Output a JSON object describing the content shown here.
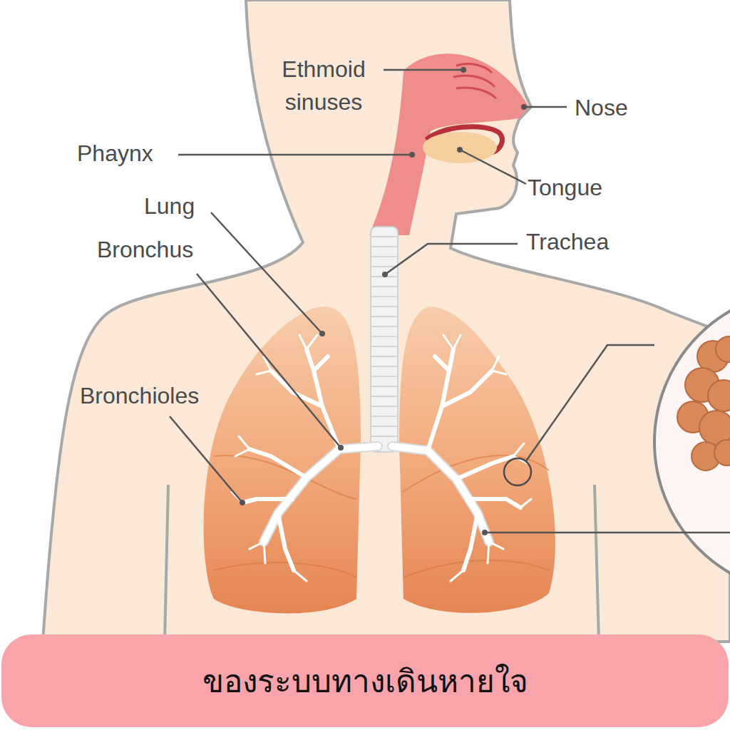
{
  "diagram": {
    "caption": "ของระบบทางเดินหายใจ",
    "labels": [
      "Ethmoid sinuses",
      "Nose",
      "Phaynx",
      "Tongue",
      "Lung",
      "Bronchus",
      "Trachea",
      "Bronchioles"
    ]
  }
}
